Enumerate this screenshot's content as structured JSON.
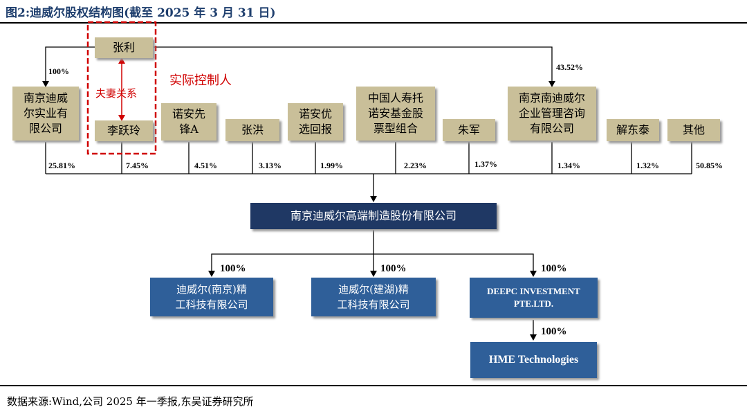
{
  "title": "图2:迪威尔股权结构图(截至 2025 年 3 月 31 日)",
  "controller_label": "实际控制人",
  "relation_label": "夫妻关系",
  "shareholders": [
    {
      "name": "南京迪威尔实业有限公司",
      "lines": [
        "南京迪威",
        "尔实业有",
        "限公司"
      ],
      "pct": "25.81%"
    },
    {
      "name": "李跃玲",
      "lines": [
        "李跃玲"
      ],
      "pct": "7.45%"
    },
    {
      "name": "诺安先锋A",
      "lines": [
        "诺安先",
        "锋A"
      ],
      "pct": "4.51%"
    },
    {
      "name": "张洪",
      "lines": [
        "张洪"
      ],
      "pct": "3.13%"
    },
    {
      "name": "诺安优选回报",
      "lines": [
        "诺安优",
        "选回报"
      ],
      "pct": "1.99%"
    },
    {
      "name": "中国人寿托诺安基金股票型组合",
      "lines": [
        "中国人寿托",
        "诺安基金股",
        "票型组合"
      ],
      "pct": "2.23%"
    },
    {
      "name": "朱军",
      "lines": [
        "朱军"
      ],
      "pct": "1.37%"
    },
    {
      "name": "南京南迪威尔企业管理咨询有限公司",
      "lines": [
        "南京南迪威尔",
        "企业管理咨询",
        "有限公司"
      ],
      "pct": "1.34%"
    },
    {
      "name": "解东泰",
      "lines": [
        "解东泰"
      ],
      "pct": "1.32%"
    },
    {
      "name": "其他",
      "lines": [
        "其他"
      ],
      "pct": "50.85%"
    }
  ],
  "zhang_li": {
    "name": "张利",
    "pct_to_industrial": "100%",
    "pct_to_nandiweier": "43.52%"
  },
  "main_company": "南京迪威尔高端制造股份有限公司",
  "subsidiaries": [
    {
      "lines": [
        "迪威尔(南京)精",
        "工科技有限公司"
      ],
      "pct": "100%"
    },
    {
      "lines": [
        "迪威尔(建湖)精",
        "工科技有限公司"
      ],
      "pct": "100%"
    },
    {
      "lines": [
        "DEEPC INVESTMENT",
        "PTE.LTD."
      ],
      "pct": "100%"
    }
  ],
  "sub_subsidiary": {
    "name": "HME Technologies",
    "pct": "100%"
  },
  "source": "数据来源:Wind,公司 2025 年一季报,东吴证券研究所",
  "colors": {
    "tan": "#c9bf99",
    "navy": "#1f3864",
    "blue": "#2f5f99",
    "red": "#d00000",
    "title": "#1f3f6e"
  }
}
